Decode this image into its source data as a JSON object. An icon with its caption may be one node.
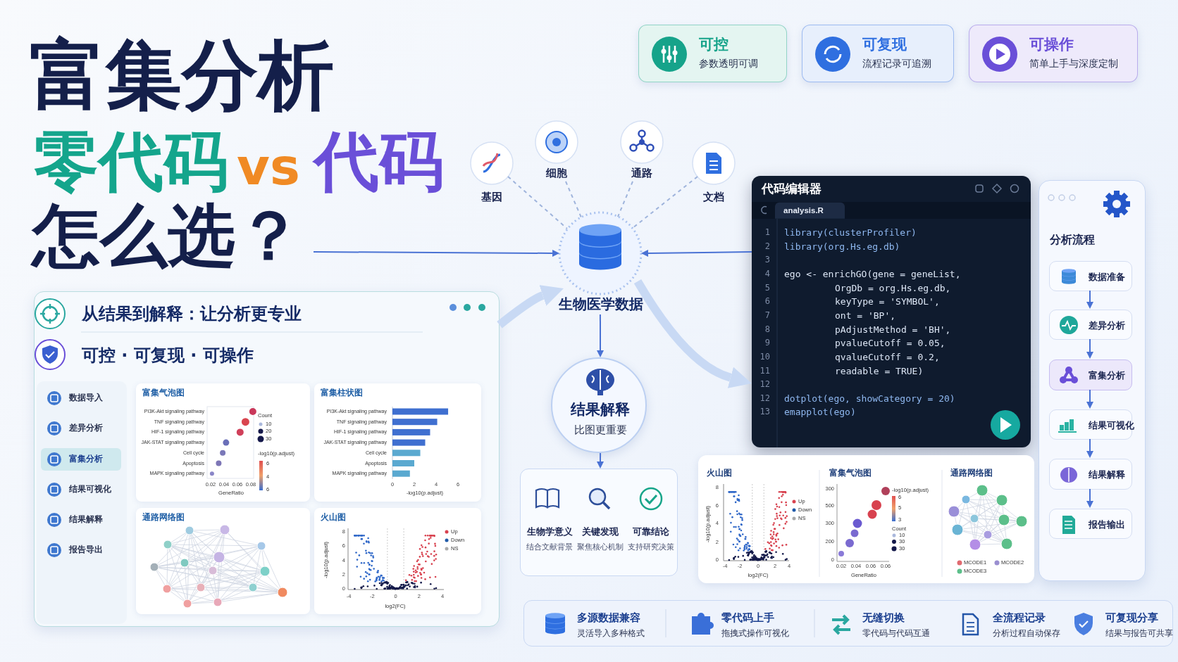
{
  "diagram": {
    "title": "富集分析",
    "nodes": [
      {
        "text": [
          "可控",
          "参数透明可调"
        ]
      },
      {
        "text": [
          "可复现",
          "流程记录可追溯"
        ]
      },
      {
        "text": [
          "可操作",
          "简单上手与深度定制"
        ]
      },
      {
        "text": [
          "基因"
        ]
      },
      {
        "text": [
          "细胞"
        ]
      },
      {
        "text": [
          "通路"
        ]
      },
      {
        "text": [
          "文档"
        ]
      },
      {
        "text": [
          "生物医学数据"
        ]
      },
      {
        "text": [
          "结果解释",
          "比图更重要"
        ]
      },
      {
        "text": [],
        "shape": "box"
      },
      {
        "text": [
          "生物学意义",
          "结合文献背景"
        ],
        "in": 9
      },
      {
        "text": [
          "关键发现",
          "聚焦核心机制"
        ],
        "in": 9
      },
      {
        "text": [
          "可靠结论",
          "支持研究决策"
        ],
        "in": 9
      },
      {
        "text": [
          "代码编辑器"
        ]
      },
      {
        "text": [
          "分析流程"
        ]
      },
      {
        "text": [
          "数据准备"
        ],
        "in": 14
      },
      {
        "text": [
          "差异分析"
        ],
        "in": 14
      },
      {
        "text": [
          "富集分析"
        ],
        "in": 14
      },
      {
        "text": [
          "结果可视化"
        ],
        "in": 14
      },
      {
        "text": [
          "结果解释"
        ],
        "in": 14
      },
      {
        "text": [
          "报告输出"
        ],
        "in": 14
      },
      {
        "text": [
          "从结果到解释：让分析更专业",
          "可控 · 可复现 · 可操作"
        ]
      },
      {
        "text": [
          "富集气泡图"
        ],
        "in": 21
      },
      {
        "text": [
          "富集柱状图"
        ],
        "in": 21
      },
      {
        "text": [
          "通路网络图"
        ],
        "in": 21
      },
      {
        "text": [
          "火山图"
        ],
        "in": 21
      },
      {
        "text": [
          "火山图",
          "富集气泡图",
          "通路网络图"
        ]
      },
      {
        "text": [],
        "shape": "box"
      },
      {
        "text": [
          "多源数据兼容",
          "灵活导入多种格式"
        ],
        "in": 27
      },
      {
        "text": [
          "零代码上手",
          "拖拽式操作可视化"
        ],
        "in": 27
      },
      {
        "text": [
          "无缝切换",
          "零代码与代码互通"
        ],
        "in": 27
      },
      {
        "text": [
          "全流程记录",
          "分析过程自动保存"
        ],
        "in": 27
      },
      {
        "text": [
          "可复现分享",
          "结果与报告可共享"
        ],
        "in": 27
      }
    ],
    "edges": [
      {
        "from": 3,
        "to": 7,
        "arrow": "none",
        "style": "dashed",
        "color": "#9fb4dc"
      },
      {
        "from": 4,
        "to": 7,
        "arrow": "none",
        "style": "dashed",
        "color": "#9fb4dc"
      },
      {
        "from": 5,
        "to": 7,
        "arrow": "none",
        "style": "dashed",
        "color": "#9fb4dc"
      },
      {
        "from": 6,
        "to": 7,
        "arrow": "none",
        "style": "dashed",
        "color": "#9fb4dc"
      },
      {
        "from": null,
        "to": 7,
        "arrow": "to"
      },
      {
        "from": 13,
        "to": 7,
        "arrow": "to"
      },
      {
        "from": 7,
        "to": 8,
        "arrow": "to"
      },
      {
        "from": 8,
        "to": 9,
        "arrow": "to"
      },
      {
        "from": 21,
        "to": 7,
        "arrow": "to",
        "style": "thick",
        "color": "#c8d9f4"
      },
      {
        "from": 7,
        "to": 13,
        "arrow": "to",
        "style": "thick",
        "color": "#c8d9f4"
      },
      {
        "from": 15,
        "to": 16,
        "arrow": "to"
      },
      {
        "from": 16,
        "to": 17,
        "arrow": "to"
      },
      {
        "from": 17,
        "to": 18,
        "arrow": "to"
      },
      {
        "from": 18,
        "to": 19,
        "arrow": "to"
      },
      {
        "from": 19,
        "to": 20,
        "arrow": "to"
      }
    ],
    "labels": [
      "零代码",
      "vs",
      "代码",
      "怎么选？",
      "数据导入",
      "差异分析",
      "富集分析",
      "结果可视化",
      "结果解释",
      "报告导出",
      "PI3K-Akt signaling pathway",
      "TNF signaling pathway",
      "HIF-1 signaling pathway",
      "JAK-STAT signaling pathway",
      "Cell cycle",
      "Apoptosis",
      "MAPK signaling pathway",
      "Count",
      "10",
      "20",
      "30",
      "-log10(p.adjust)",
      "6",
      "4",
      "6",
      "0.02",
      "0.04",
      "0.06",
      "0.08",
      "GeneRatio",
      "-log10(p.adjust)",
      "8",
      "6",
      "4",
      "2",
      "0",
      "Up",
      "Down",
      "NS",
      "-4",
      "-2",
      "0",
      "2",
      "4",
      "log2(FC)",
      "analysis.R",
      "1",
      "library(clusterProfiler)",
      "2",
      "library(org.Hs.eg.db)",
      "3",
      "4",
      "ego <- enrichGO(gene = geneList,",
      "5",
      "OrgDb = org.Hs.eg.db,",
      "6",
      "keyType = 'SYMBOL',",
      "7",
      "ont = 'BP',",
      "8",
      "pAdjustMethod = 'BH',",
      "9",
      "pvalueCutoff = 0.05,",
      "10",
      "qvalueCutoff = 0.2,",
      "11",
      "readable = TRUE)",
      "12",
      "12",
      "dotplot(ego, showCategory = 20)",
      "13",
      "emapplot(ego)",
      "-log10(p.adjust)",
      "8",
      "6",
      "4",
      "2",
      "0",
      "Up",
      "Down",
      "NS",
      "-4",
      "-2",
      "0",
      "2",
      "4",
      "log2(FC)",
      "-log10(p.adjust)",
      "6",
      "5",
      "3",
      "Count",
      "10",
      "30",
      "30",
      "300",
      "500",
      "300",
      "200",
      "0",
      "0.02",
      "0.04",
      "0.06",
      "0.06",
      "GeneRatio",
      "MCODE1",
      "MCODE2",
      "MCODE3"
    ],
    "chart_data": {
      "type": "bar",
      "orientation": "horizontal",
      "xlabel": "-log10(p.adjust)",
      "categories": [
        "PI3K-Akt signaling pathway",
        "TNF signaling pathway",
        "HIF-1 signaling pathway",
        "JAK-STAT signaling pathway",
        "Cell cycle",
        "Apoptosis",
        "MAPK signaling pathway"
      ],
      "values": [
        5.1,
        4.1,
        3.45,
        3.0,
        2.55,
        2.0,
        1.6
      ],
      "xlim": [
        0,
        6
      ],
      "xticks": [
        0,
        2,
        4,
        6
      ]
    }
  }
}
